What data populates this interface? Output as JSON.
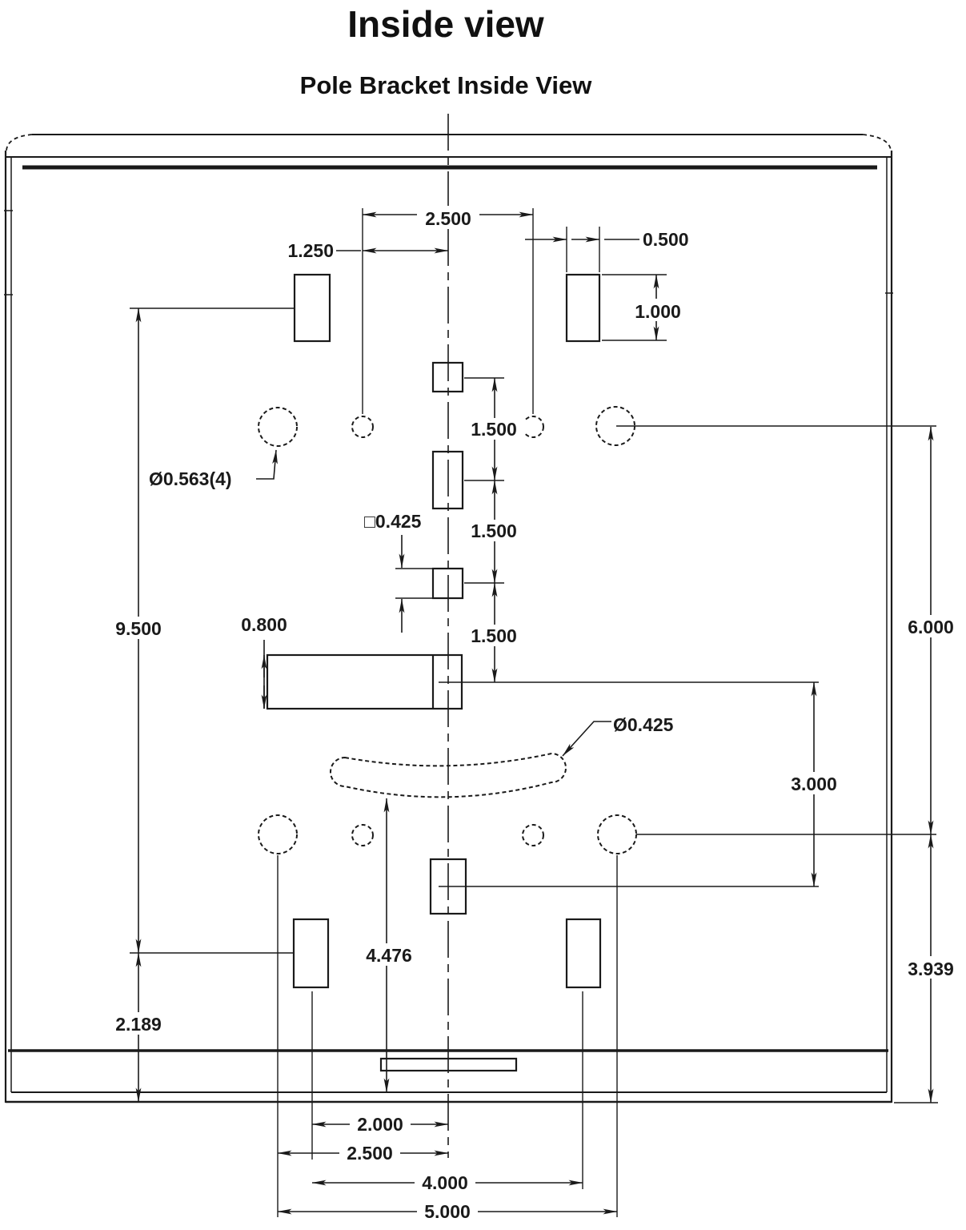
{
  "title": "Inside view",
  "subtitle": "Pole Bracket Inside View",
  "labels": {
    "corner_holes": "Ø0.563(4)",
    "square_hole": "□0.425",
    "arc_slot": "Ø0.425"
  },
  "dims": {
    "circle_spacing_top": "2.500",
    "circle_offset_left": "1.250",
    "tab_width": "0.500",
    "tab_height": "1.000",
    "pitch_1": "1.500",
    "pitch_2": "1.500",
    "pitch_3": "1.500",
    "left_height": "9.500",
    "wide_slot_height": "0.800",
    "left_bottom": "2.189",
    "arc_to_bottom": "4.476",
    "right_height": "6.000",
    "mid_height": "3.000",
    "right_bottom": "3.939",
    "bottom_slot_to_center": "2.000",
    "bottom_circle_to_center": "2.500",
    "bottom_slot_spacing": "4.000",
    "bottom_circle_spacing": "5.000"
  },
  "colors": {
    "line": "#1a1a1a",
    "shading": "#999999",
    "background": "#ffffff"
  }
}
